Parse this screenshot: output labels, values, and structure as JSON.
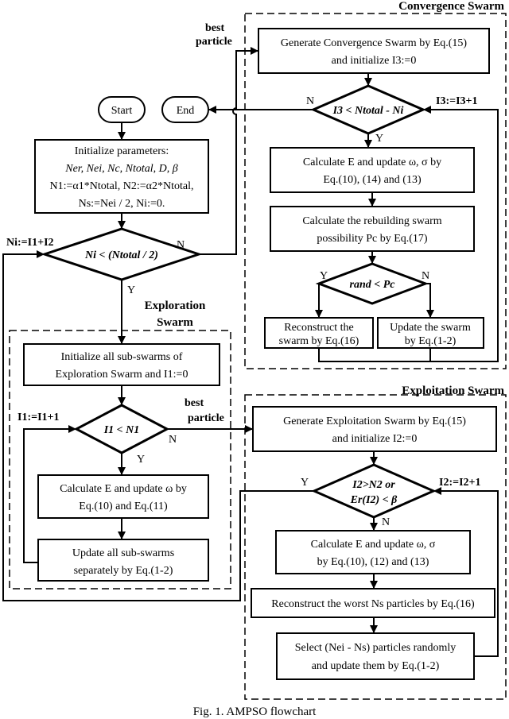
{
  "caption": "Fig. 1. AMPSO flowchart",
  "regions": {
    "convergence": "Convergence Swarm",
    "exploration_line1": "Exploration",
    "exploration_line2": "Swarm",
    "exploitation": "Exploitation Swarm"
  },
  "labels": {
    "best_particle_1a": "best",
    "best_particle_1b": "particle",
    "best_particle_2a": "best",
    "best_particle_2b": "particle",
    "ni_update": "Ni:=I1+I2",
    "i1_update": "I1:=I1+1",
    "i2_update": "I2:=I2+1",
    "i3_update": "I3:=I3+1",
    "N": "N",
    "Y": "Y"
  },
  "terminals": {
    "start": "Start",
    "end": "End"
  },
  "init_params": {
    "line1": "Initialize parameters:",
    "line2": "Ner, Nei, Nc, Ntotal, D, β",
    "line3": "N1:=α1*Ntotal, N2:=α2*Ntotal,",
    "line4": "Ns:=Nei / 2, Ni:=0."
  },
  "decisions": {
    "main": "Ni < (Ntotal / 2)",
    "conv": "I3 < Ntotal - Ni",
    "rand": "rand < Pc",
    "explor": "I1 < N1",
    "exploit_1": "I2>N2 or",
    "exploit_2": "Er(I2) < β"
  },
  "conv_boxes": {
    "gen_1": "Generate Convergence Swarm by Eq.(15)",
    "gen_2": "and initialize I3:=0",
    "calc_1": "Calculate E and update ω, σ by",
    "calc_2": "Eq.(10), (14) and (13)",
    "poss_1": "Calculate the rebuilding swarm",
    "poss_2": "possibility Pc by Eq.(17)",
    "recon_1": "Reconstruct the",
    "recon_2": "swarm by Eq.(16)",
    "upd_1": "Update the swarm",
    "upd_2": "by Eq.(1-2)"
  },
  "explor_boxes": {
    "init_1": "Initialize all sub-swarms of",
    "init_2": "Exploration Swarm and I1:=0",
    "calc_1": "Calculate E and update ω by",
    "calc_2": "Eq.(10) and Eq.(11)",
    "upd_1": "Update all sub-swarms",
    "upd_2": "separately by Eq.(1-2)"
  },
  "exploit_boxes": {
    "gen_1": "Generate Exploitation Swarm by Eq.(15)",
    "gen_2": "and initialize I2:=0",
    "calc_1": "Calculate E and update ω, σ",
    "calc_2": "by Eq.(10), (12) and (13)",
    "worst": "Reconstruct the worst Ns particles by Eq.(16)",
    "sel_1": "Select (Nei - Ns) particles randomly",
    "sel_2": "and update them by Eq.(1-2)"
  }
}
